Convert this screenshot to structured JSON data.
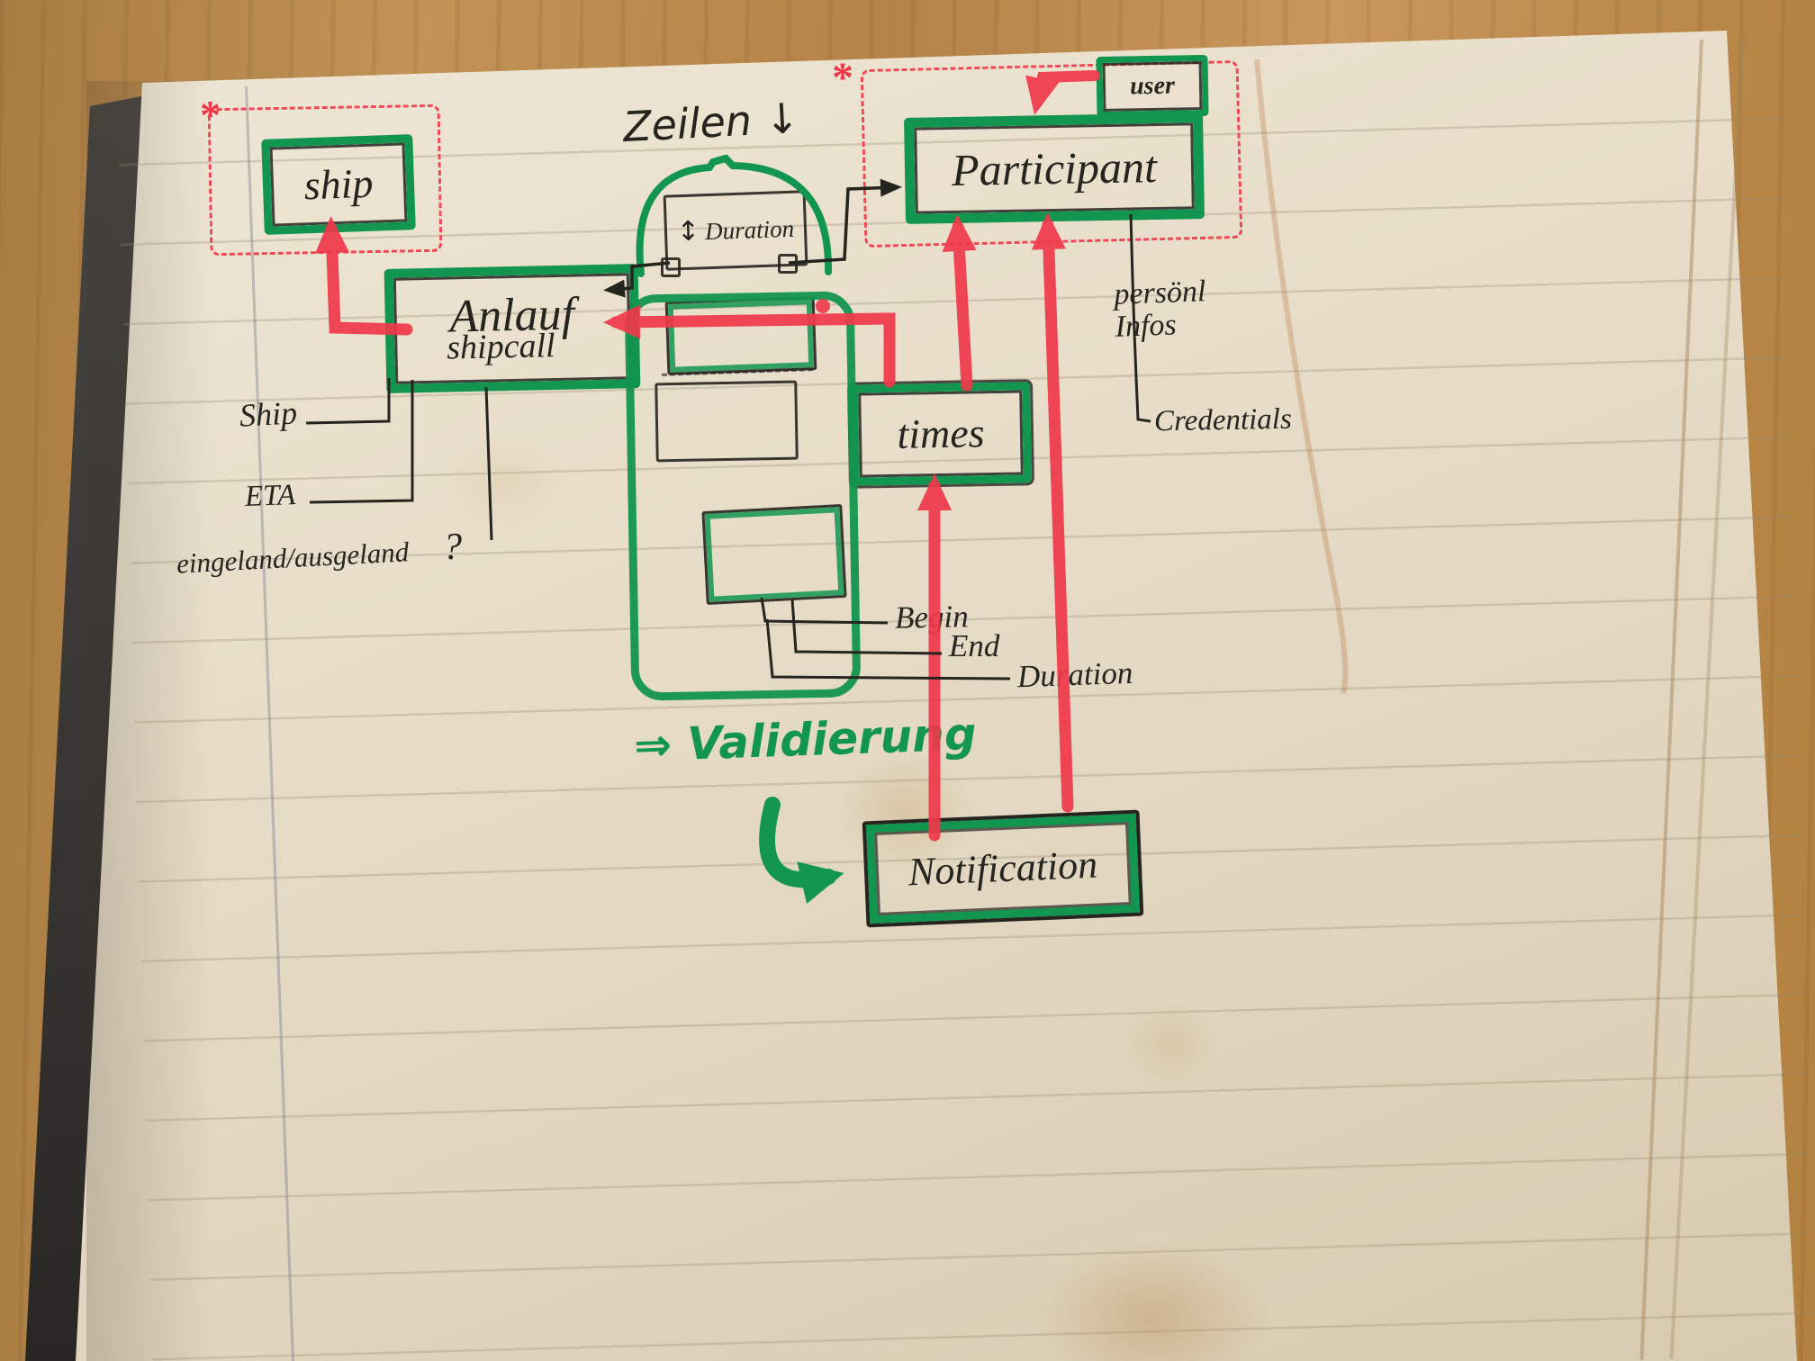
{
  "page": {
    "asterisk_left": "*",
    "asterisk_right": "*"
  },
  "labels": {
    "zeilen": "Zeilen ↓",
    "validierung": "⇒ Validierung",
    "question_mark": "?"
  },
  "entities": {
    "ship": "ship",
    "anlauf": "Anlauf",
    "shipcall": "shipcall",
    "participant": "Participant",
    "user": "user",
    "times": "times",
    "notification": "Notification",
    "duration_box": "Duration",
    "duration_updown": "↕"
  },
  "attributes": {
    "ship": "Ship",
    "eta": "ETA",
    "in_out": "eingeland/ausgeland",
    "personal_infos": "persönl\nInfos",
    "credentials": "Credentials",
    "begin": "Begin",
    "end": "End",
    "duration": "Duration"
  },
  "colors": {
    "marker_green": "#12954e",
    "marker_red": "#f0384a",
    "ink": "#26241f"
  }
}
